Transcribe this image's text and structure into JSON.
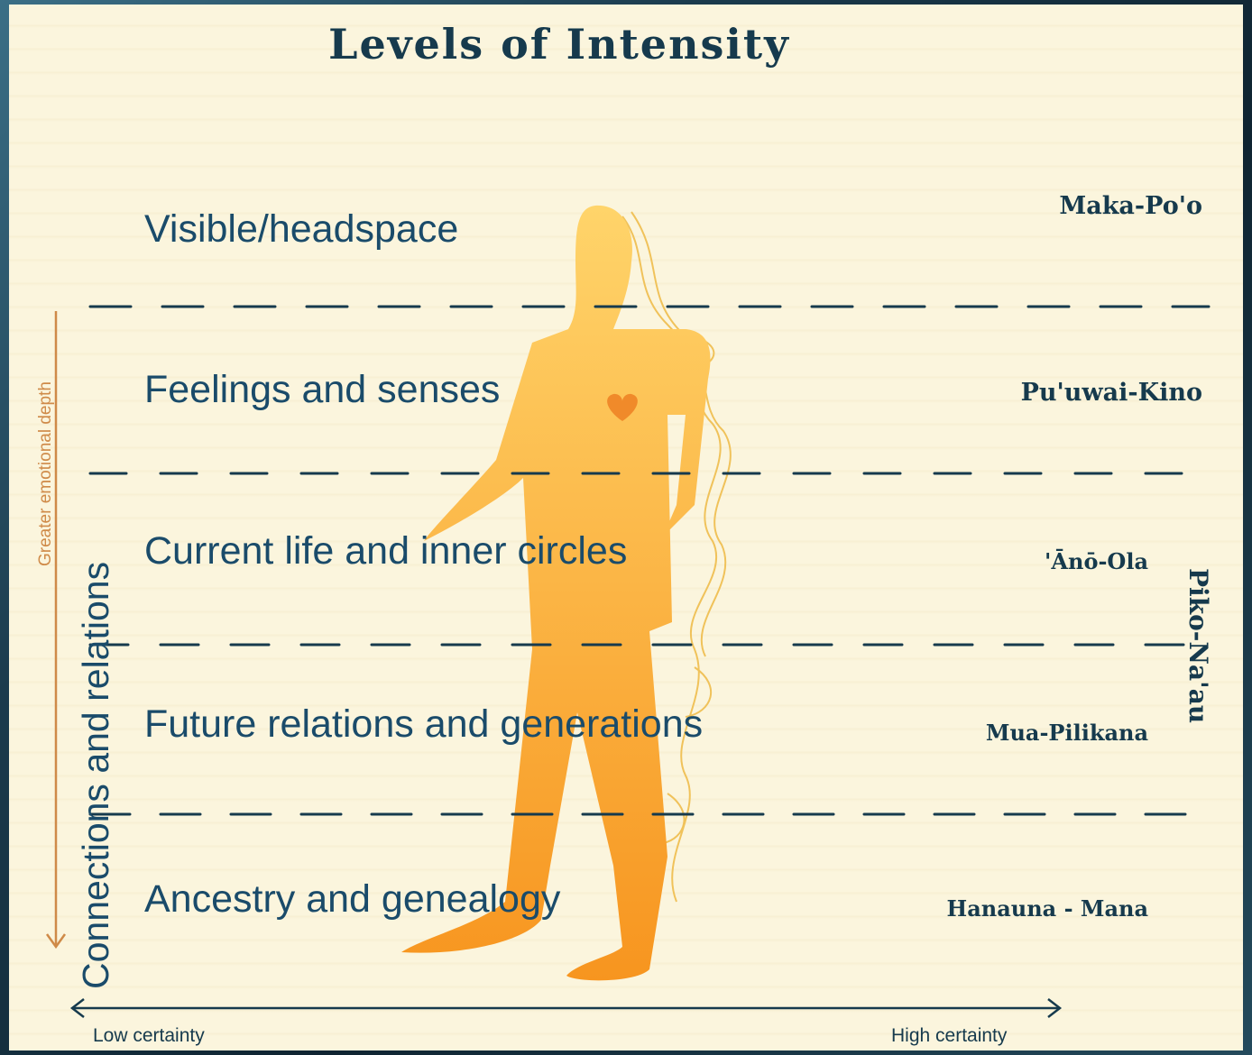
{
  "title": "Levels of Intensity",
  "levels": [
    {
      "label": "Visible/headspace",
      "hawaiian": "Maka-Po'o"
    },
    {
      "label": "Feelings and senses",
      "hawaiian": "Pu'uwai-Kino"
    },
    {
      "label": "Current life and inner circles",
      "hawaiian": "'Ānō-Ola"
    },
    {
      "label": "Future relations and generations",
      "hawaiian": "Mua-Pilikana"
    },
    {
      "label": "Ancestry and genealogy",
      "hawaiian": "Hanauna - Mana"
    }
  ],
  "side_group_label": "Piko-Na'au",
  "y_axis": {
    "arrow_label": "Greater emotional depth",
    "label": "Connections and relations"
  },
  "x_axis": {
    "left_label": "Low certainty",
    "right_label": "High certainty"
  },
  "colors": {
    "ink": "#163a4d",
    "text": "#1a4b6a",
    "figure_top": "#ffd46a",
    "figure_bottom": "#f7951f",
    "heart": "#f08a2a",
    "depth_arrow": "#cf8a48",
    "paper": "#fbf5dd"
  },
  "icons": {
    "figure": "human-figure-icon",
    "heart": "heart-icon"
  }
}
